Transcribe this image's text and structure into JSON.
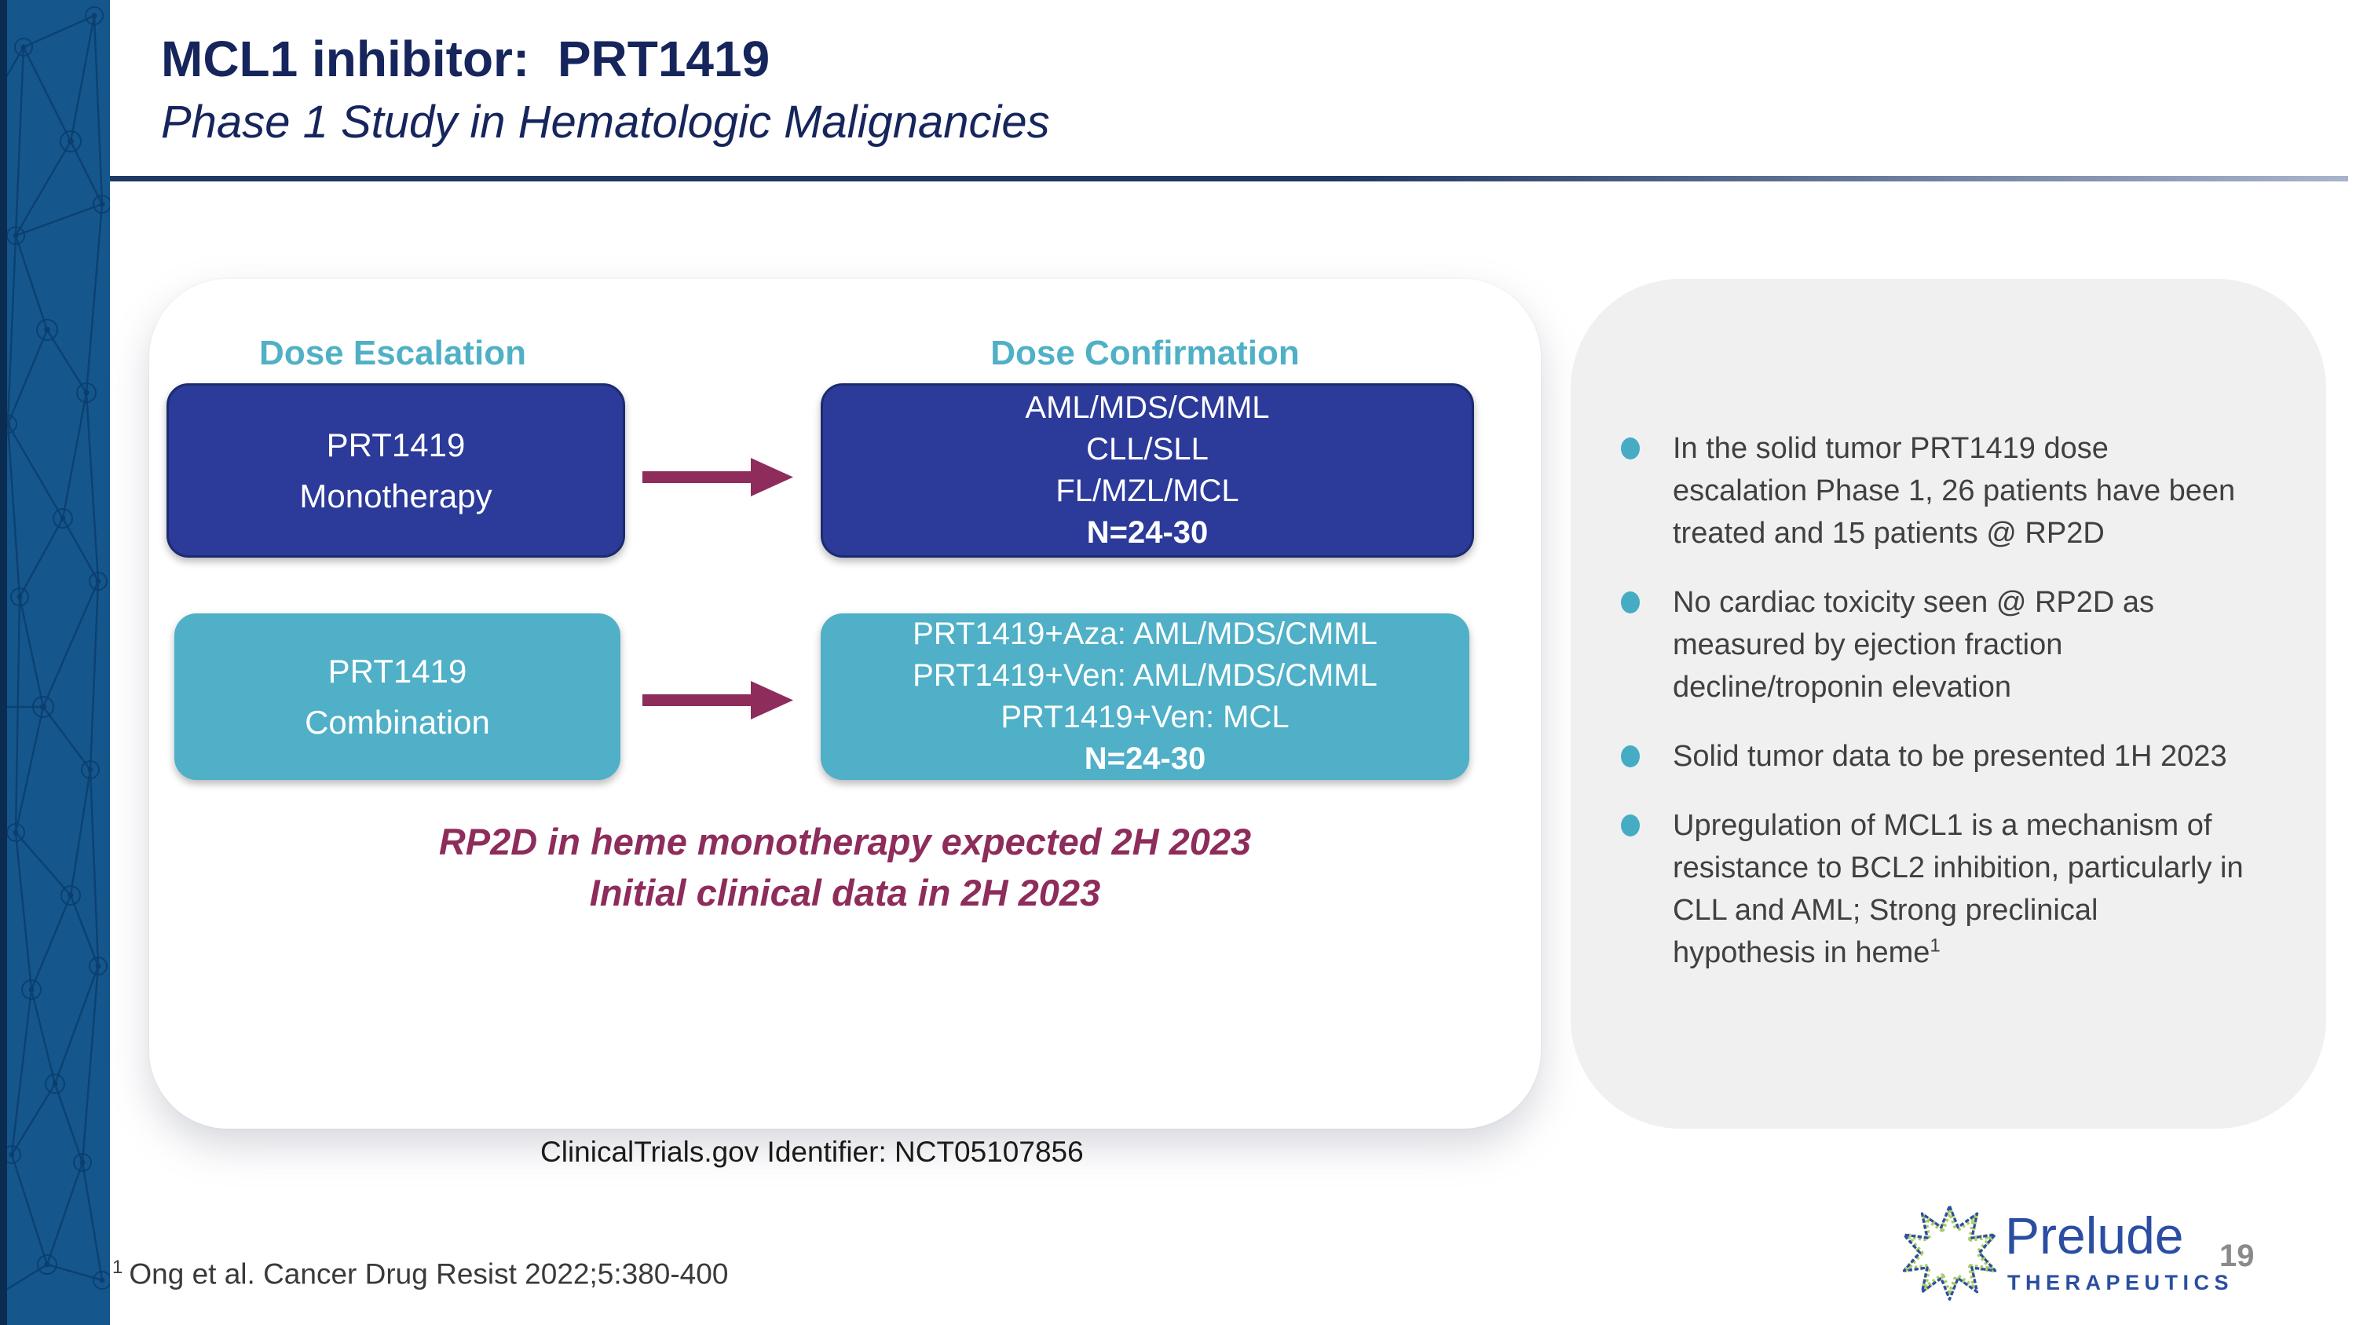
{
  "slide": {
    "title": "MCL1 inhibitor:  PRT1419",
    "subtitle": "Phase 1 Study in Hematologic Malignancies",
    "page_number": "19"
  },
  "diagram": {
    "col1_header": "Dose Escalation",
    "col2_header": "Dose Confirmation",
    "rows": [
      {
        "source_line1": "PRT1419",
        "source_line2": "Monotherapy",
        "target_lines": [
          "AML/MDS/CMML",
          "CLL/SLL",
          "FL/MZL/MCL"
        ],
        "target_n": "N=24-30"
      },
      {
        "source_line1": "PRT1419",
        "source_line2": "Combination",
        "target_lines": [
          "PRT1419+Aza: AML/MDS/CMML",
          "PRT1419+Ven: AML/MDS/CMML",
          "PRT1419+Ven: MCL"
        ],
        "target_n": "N=24-30"
      }
    ],
    "callout_line1": "RP2D in heme monotherapy expected 2H 2023",
    "callout_line2": "Initial clinical data in 2H 2023",
    "trial_id": "ClinicalTrials.gov Identifier: NCT05107856"
  },
  "highlights": {
    "bullets": [
      {
        "text": "In the solid tumor PRT1419 dose escalation Phase 1, 26 patients have been treated and 15 patients @ RP2D",
        "sup": ""
      },
      {
        "text": "No cardiac toxicity seen @ RP2D as measured by ejection fraction decline/troponin elevation",
        "sup": ""
      },
      {
        "text": "Solid tumor data to be presented 1H 2023",
        "sup": ""
      },
      {
        "text": "Upregulation of MCL1 is a mechanism of resistance to BCL2 inhibition, particularly in CLL and AML; Strong preclinical hypothesis in heme",
        "sup": "1"
      }
    ]
  },
  "footnote": {
    "marker": "1",
    "text": "Ong et al. Cancer Drug Resist 2022;5:380-400"
  },
  "logo": {
    "word": "Prelude",
    "sub": "THERAPEUTICS"
  },
  "colors": {
    "navy": "#16265C",
    "rule_navy": "#1F3864",
    "teal_header": "#4FB0C6",
    "box_blue": "#2C3A9A",
    "box_teal": "#4FB0C7",
    "maroon": "#8E2C5B",
    "sidebar_blue": "#15578D",
    "card_gray": "#F0F0F1",
    "bullet_dot": "#45ACC4",
    "logo_blue": "#2B4EA2"
  }
}
